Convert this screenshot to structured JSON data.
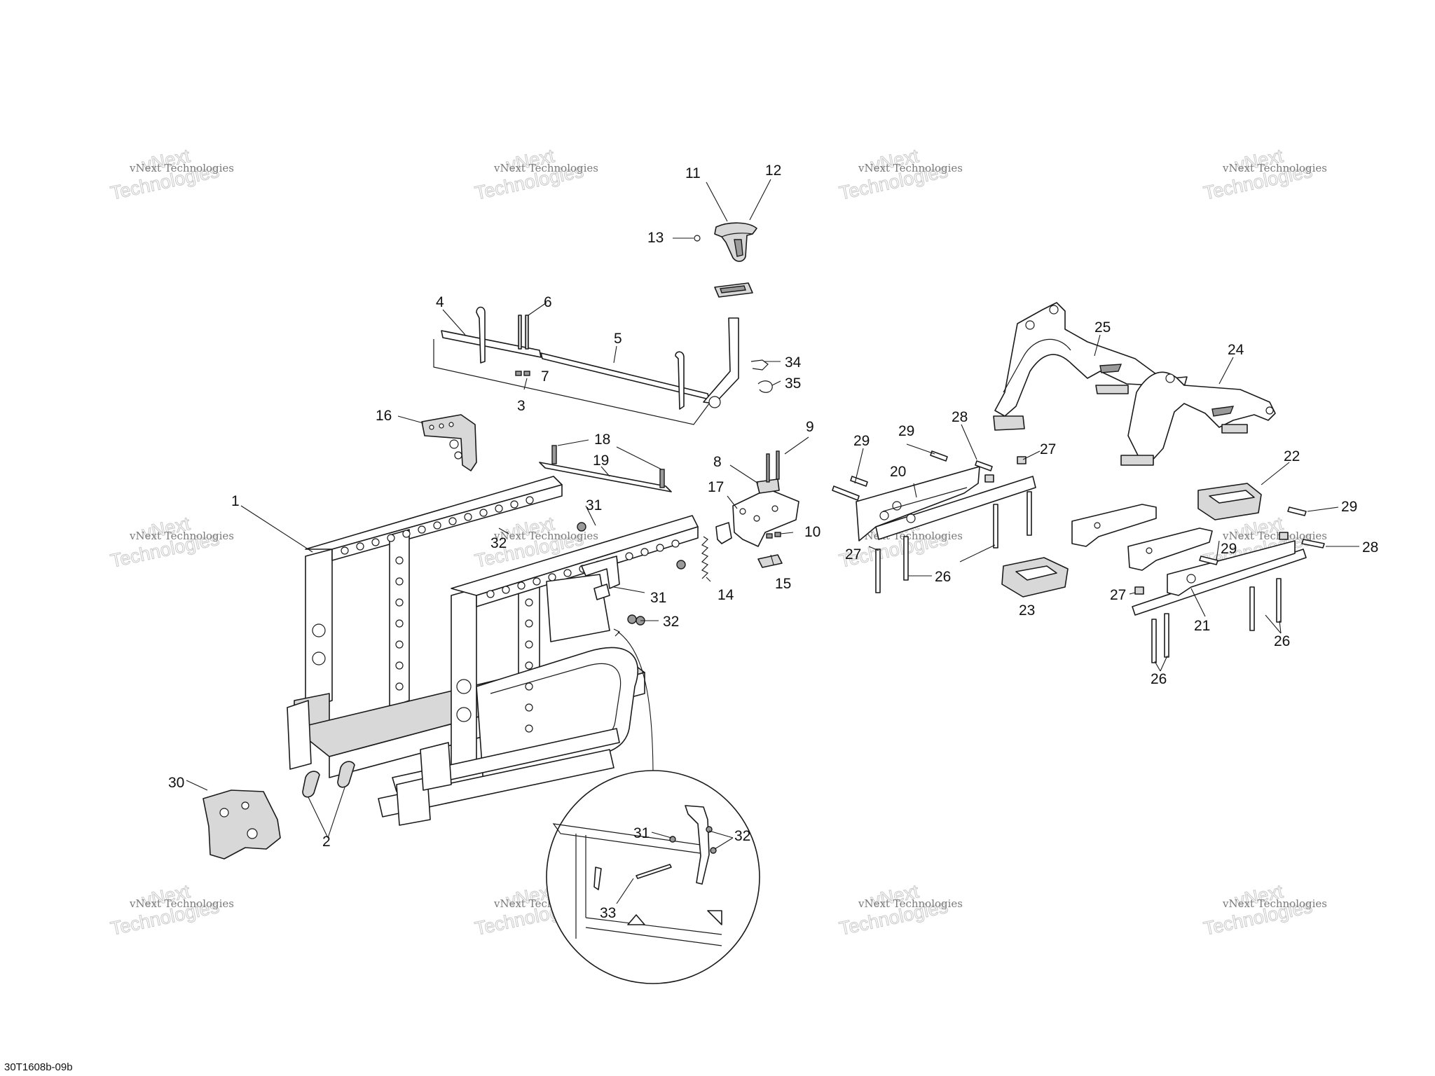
{
  "diagram_code": "30T1608b-09b",
  "watermark": {
    "line1": "vNext Technologies",
    "line2": "vNext",
    "line3": "Technologies"
  },
  "callouts": {
    "c1": "1",
    "c2": "2",
    "c3": "3",
    "c4": "4",
    "c5": "5",
    "c6": "6",
    "c7": "7",
    "c8": "8",
    "c9": "9",
    "c10": "10",
    "c11": "11",
    "c12": "12",
    "c13": "13",
    "c14": "14",
    "c15": "15",
    "c16": "16",
    "c17": "17",
    "c18": "18",
    "c19": "19",
    "c20": "20",
    "c21": "21",
    "c22": "22",
    "c23": "23",
    "c24": "24",
    "c25": "25",
    "c26": "26",
    "c27": "27",
    "c28": "28",
    "c29": "29",
    "c30": "30",
    "c31": "31",
    "c32": "32",
    "c33": "33",
    "c34": "34",
    "c35": "35"
  }
}
